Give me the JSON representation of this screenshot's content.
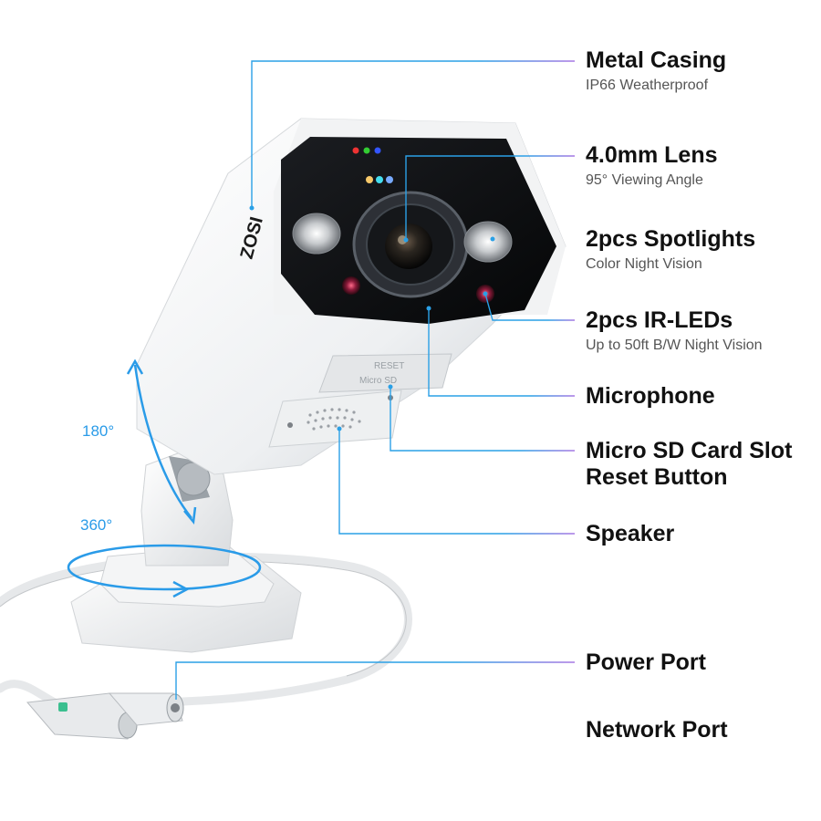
{
  "brand_logo": "ZOSI",
  "callouts": [
    {
      "id": "metal-casing",
      "title": "Metal Casing",
      "subtitle": "IP66 Weatherproof"
    },
    {
      "id": "lens",
      "title": "4.0mm Lens",
      "subtitle": "95° Viewing Angle"
    },
    {
      "id": "spotlights",
      "title": "2pcs Spotlights",
      "subtitle": "Color Night Vision"
    },
    {
      "id": "ir-leds",
      "title": "2pcs IR-LEDs",
      "subtitle": "Up to 50ft B/W Night Vision"
    },
    {
      "id": "microphone",
      "title": "Microphone",
      "subtitle": ""
    },
    {
      "id": "sd-slot",
      "title": "Micro SD Card Slot",
      "subtitle": ""
    },
    {
      "id": "reset",
      "title": "Reset Button",
      "subtitle": ""
    },
    {
      "id": "speaker",
      "title": "Speaker",
      "subtitle": ""
    },
    {
      "id": "power",
      "title": "Power Port",
      "subtitle": ""
    },
    {
      "id": "network",
      "title": "Network Port",
      "subtitle": ""
    }
  ],
  "angles": {
    "tilt": "180°",
    "pan": "360°"
  },
  "panel_labels": {
    "reset": "RESET",
    "sd": "Micro SD"
  },
  "colors": {
    "leader_line": "#2aa0e6",
    "leader_fade": "#a777e3",
    "angle_arrow": "#2a9be8",
    "title_text": "#111111",
    "subtitle_text": "#555555"
  }
}
